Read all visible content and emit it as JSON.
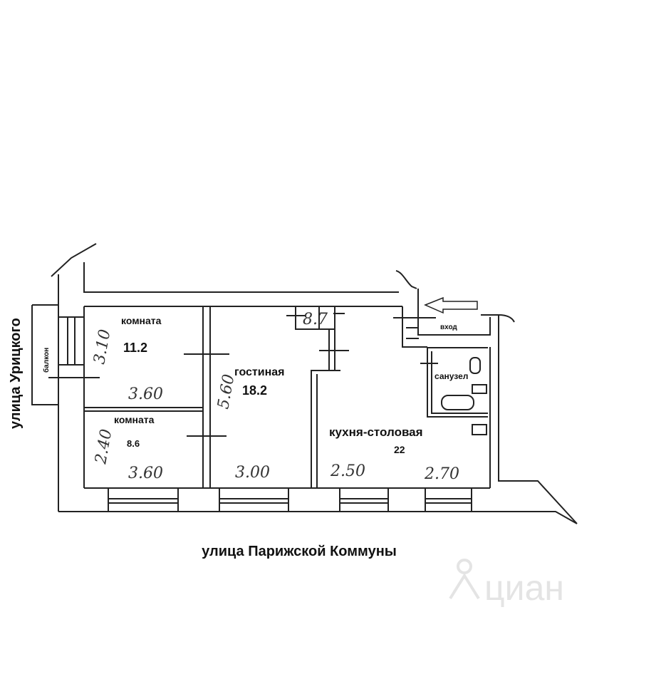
{
  "plan": {
    "streets": {
      "left": "улица Урицкого",
      "bottom": "улица Парижской Коммуны"
    },
    "rooms": [
      {
        "name": "комната",
        "area": "11.2",
        "dims": [
          "3.10",
          "3.60"
        ]
      },
      {
        "name": "комната",
        "area": "8.6",
        "dims": [
          "2.40",
          "3.60"
        ]
      },
      {
        "name": "гостиная",
        "area": "18.2",
        "dims": [
          "5.60",
          "3.00"
        ]
      },
      {
        "name": "кухня-столовая",
        "area": "22",
        "dims": [
          "2.50",
          "2.70"
        ]
      }
    ],
    "labels": {
      "balcony": "балкон",
      "bathroom": "санузел",
      "entrance": "вход",
      "closet": "8.7"
    },
    "watermark": "циан",
    "colors": {
      "lines": "#222222",
      "watermark": "#e4e4e4"
    }
  }
}
